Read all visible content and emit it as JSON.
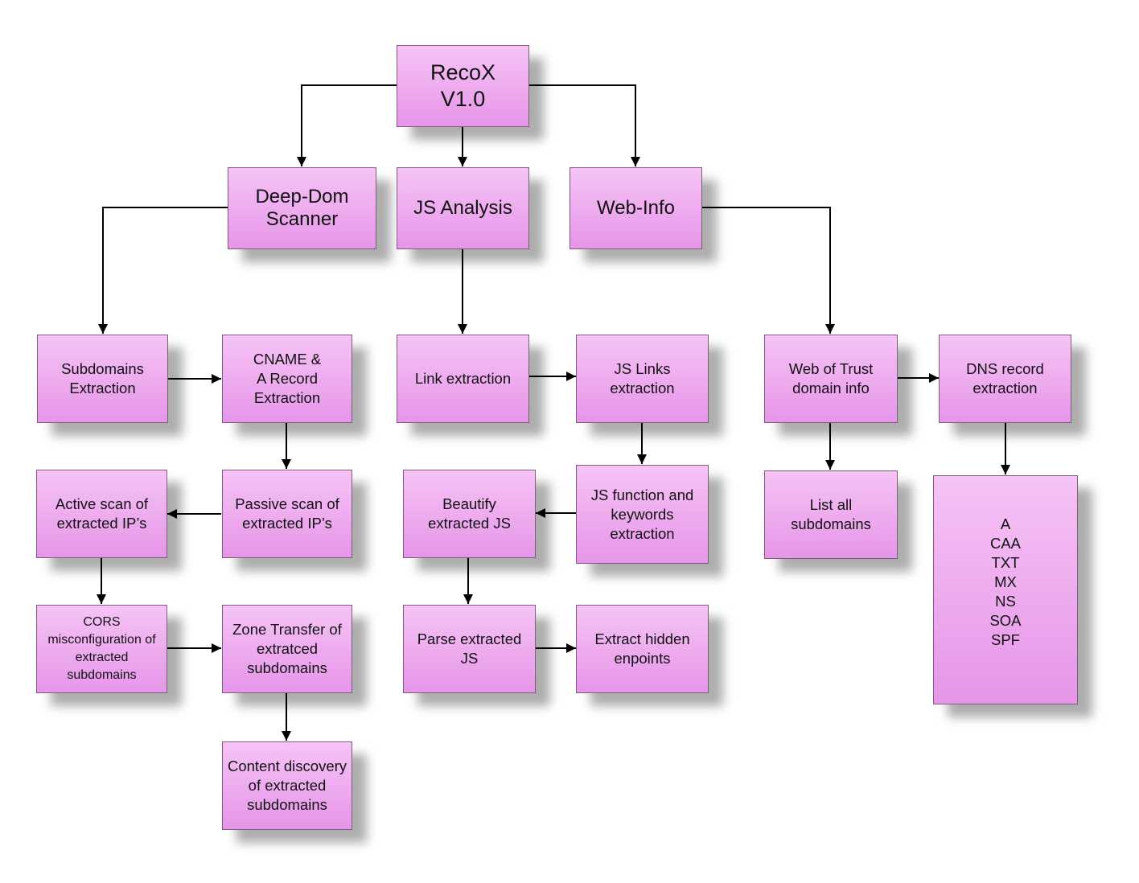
{
  "nodes": {
    "root": "RecoX\nV1.0",
    "deep_dom": "Deep-Dom\nScanner",
    "js_analysis": "JS Analysis",
    "web_info": "Web-Info",
    "subdomains_extraction": "Subdomains\nExtraction",
    "cname_extraction": "CNAME &\nA Record\nExtraction",
    "link_extraction": "Link extraction",
    "js_links_extraction": "JS Links\nextraction",
    "web_of_trust": "Web of Trust\ndomain info",
    "dns_record_extraction": "DNS record\nextraction",
    "active_scan": "Active scan of\nextracted IP’s",
    "passive_scan": "Passive scan of\nextracted IP’s",
    "beautify_js": "Beautify\nextracted JS",
    "js_function_keywords": "JS function and\nkeywords\nextraction",
    "list_subdomains": "List all\nsubdomains",
    "dns_types": "A\nCAA\nTXT\nMX\nNS\nSOA\nSPF",
    "cors": "CORS\nmisconfiguration of\nextracted\nsubdomains",
    "zone_transfer": "Zone Transfer of\nextratced\nsubdomains",
    "parse_js": "Parse extracted\nJS",
    "hidden_endpoints": "Extract hidden\nenpoints",
    "content_discovery": "Content discovery\nof extracted\nsubdomains"
  }
}
